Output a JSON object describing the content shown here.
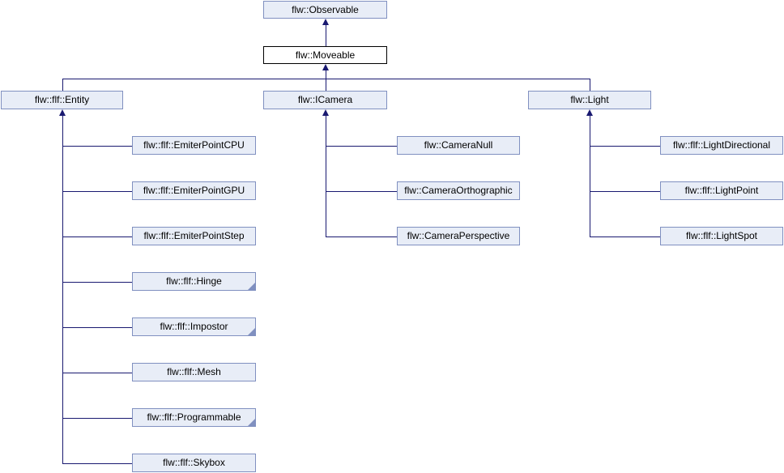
{
  "diagram": {
    "kind": "class-inheritance-diagram",
    "colors": {
      "node_fill": "#E8EDF7",
      "node_border": "#8090C0",
      "focus_fill": "#FFFFFF",
      "focus_border": "#000000",
      "edge": "#191970",
      "text": "#000000",
      "background": "#FFFFFF"
    },
    "nodes": [
      {
        "id": "observable",
        "label": "flw::Observable",
        "focus": false,
        "has_hidden_children": false
      },
      {
        "id": "moveable",
        "label": "flw::Moveable",
        "focus": true,
        "has_hidden_children": false
      },
      {
        "id": "entity",
        "label": "flw::flf::Entity",
        "focus": false,
        "has_hidden_children": false
      },
      {
        "id": "icamera",
        "label": "flw::ICamera",
        "focus": false,
        "has_hidden_children": false
      },
      {
        "id": "light",
        "label": "flw::Light",
        "focus": false,
        "has_hidden_children": false
      },
      {
        "id": "emiterpointcpu",
        "label": "flw::flf::EmiterPointCPU",
        "focus": false,
        "has_hidden_children": false
      },
      {
        "id": "emiterpointgpu",
        "label": "flw::flf::EmiterPointGPU",
        "focus": false,
        "has_hidden_children": false
      },
      {
        "id": "emiterpointstep",
        "label": "flw::flf::EmiterPointStep",
        "focus": false,
        "has_hidden_children": false
      },
      {
        "id": "hinge",
        "label": "flw::flf::Hinge",
        "focus": false,
        "has_hidden_children": true
      },
      {
        "id": "impostor",
        "label": "flw::flf::Impostor",
        "focus": false,
        "has_hidden_children": true
      },
      {
        "id": "mesh",
        "label": "flw::flf::Mesh",
        "focus": false,
        "has_hidden_children": false
      },
      {
        "id": "programmable",
        "label": "flw::flf::Programmable",
        "focus": false,
        "has_hidden_children": true
      },
      {
        "id": "skybox",
        "label": "flw::flf::Skybox",
        "focus": false,
        "has_hidden_children": false
      },
      {
        "id": "cameranull",
        "label": "flw::CameraNull",
        "focus": false,
        "has_hidden_children": false
      },
      {
        "id": "cameraorthographic",
        "label": "flw::CameraOrthographic",
        "focus": false,
        "has_hidden_children": false
      },
      {
        "id": "cameraperspective",
        "label": "flw::CameraPerspective",
        "focus": false,
        "has_hidden_children": false
      },
      {
        "id": "lightdirectional",
        "label": "flw::flf::LightDirectional",
        "focus": false,
        "has_hidden_children": false
      },
      {
        "id": "lightpoint",
        "label": "flw::flf::LightPoint",
        "focus": false,
        "has_hidden_children": false
      },
      {
        "id": "lightspot",
        "label": "flw::flf::LightSpot",
        "focus": false,
        "has_hidden_children": false
      }
    ],
    "edges": [
      {
        "parent": "observable",
        "children": [
          "moveable"
        ]
      },
      {
        "parent": "moveable",
        "children": [
          "entity",
          "icamera",
          "light"
        ]
      },
      {
        "parent": "entity",
        "children": [
          "emiterpointcpu",
          "emiterpointgpu",
          "emiterpointstep",
          "hinge",
          "impostor",
          "mesh",
          "programmable",
          "skybox"
        ]
      },
      {
        "parent": "icamera",
        "children": [
          "cameranull",
          "cameraorthographic",
          "cameraperspective"
        ]
      },
      {
        "parent": "light",
        "children": [
          "lightdirectional",
          "lightpoint",
          "lightspot"
        ]
      }
    ]
  }
}
